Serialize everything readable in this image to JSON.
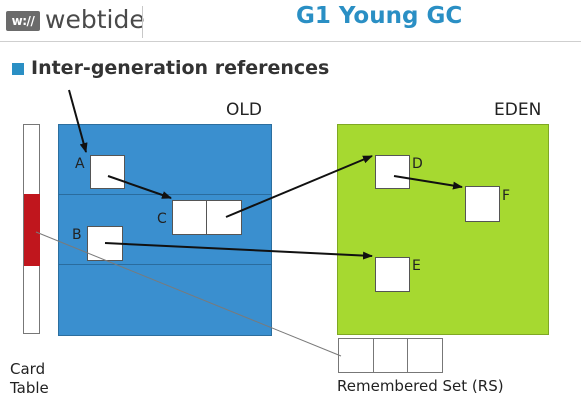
{
  "header": {
    "logo_mark": "w://",
    "logo_text": "webtide",
    "title": "G1 Young GC"
  },
  "bullet": {
    "text": "Inter-generation references"
  },
  "regions": {
    "old_label": "OLD",
    "eden_label": "EDEN"
  },
  "objects": {
    "a": "A",
    "b": "B",
    "c": "C",
    "d": "D",
    "e": "E",
    "f": "F"
  },
  "card_table": {
    "line1": "Card",
    "line2": "Table"
  },
  "remembered_set": {
    "label": "Remembered Set (RS)"
  },
  "colors": {
    "accent": "#2a8fc4",
    "old_region": "#3a8fcf",
    "eden_region": "#a6d930",
    "dirty_card": "#c0161d"
  }
}
